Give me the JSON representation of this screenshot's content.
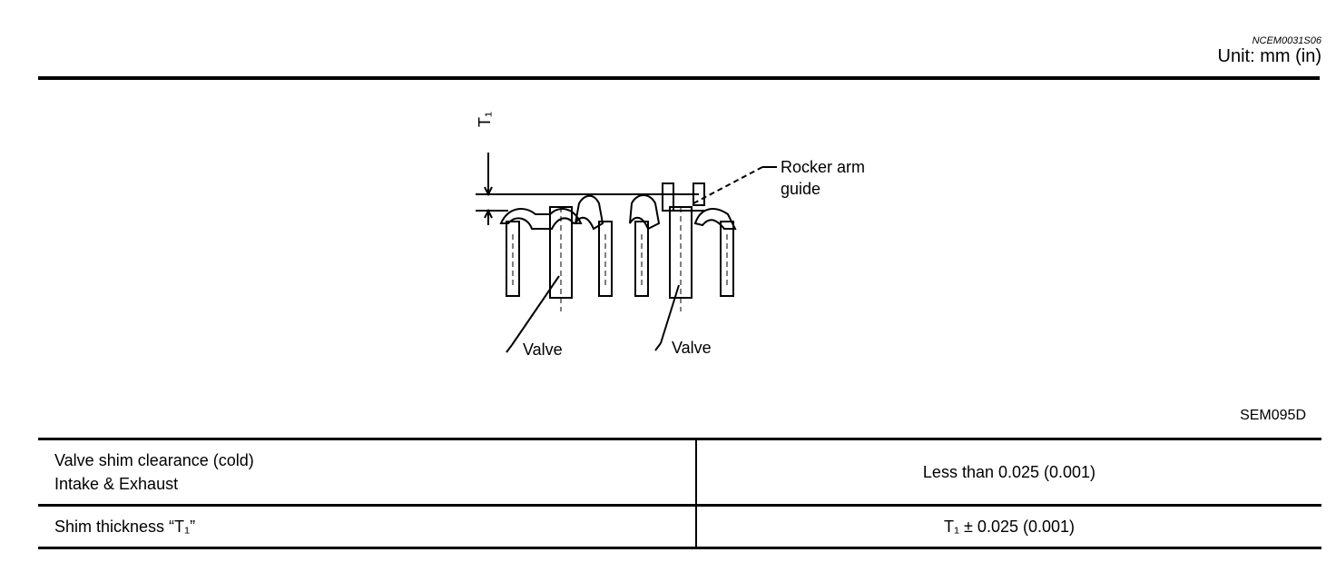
{
  "header": {
    "code": "NCEM0031S06",
    "unit": "Unit: mm (in)"
  },
  "figure": {
    "t1_label": "T₁",
    "rocker_arm_guide_line1": "Rocker arm",
    "rocker_arm_guide_line2": "guide",
    "valve_left": "Valve",
    "valve_right": "Valve",
    "figure_id": "SEM095D"
  },
  "table": {
    "rows": [
      {
        "label_line1": "Valve shim clearance (cold)",
        "label_line2": "Intake & Exhaust",
        "value": "Less than 0.025 (0.001)"
      },
      {
        "label_line1": "Shim thickness “T₁”",
        "value": "T₁ ± 0.025 (0.001)"
      }
    ]
  }
}
